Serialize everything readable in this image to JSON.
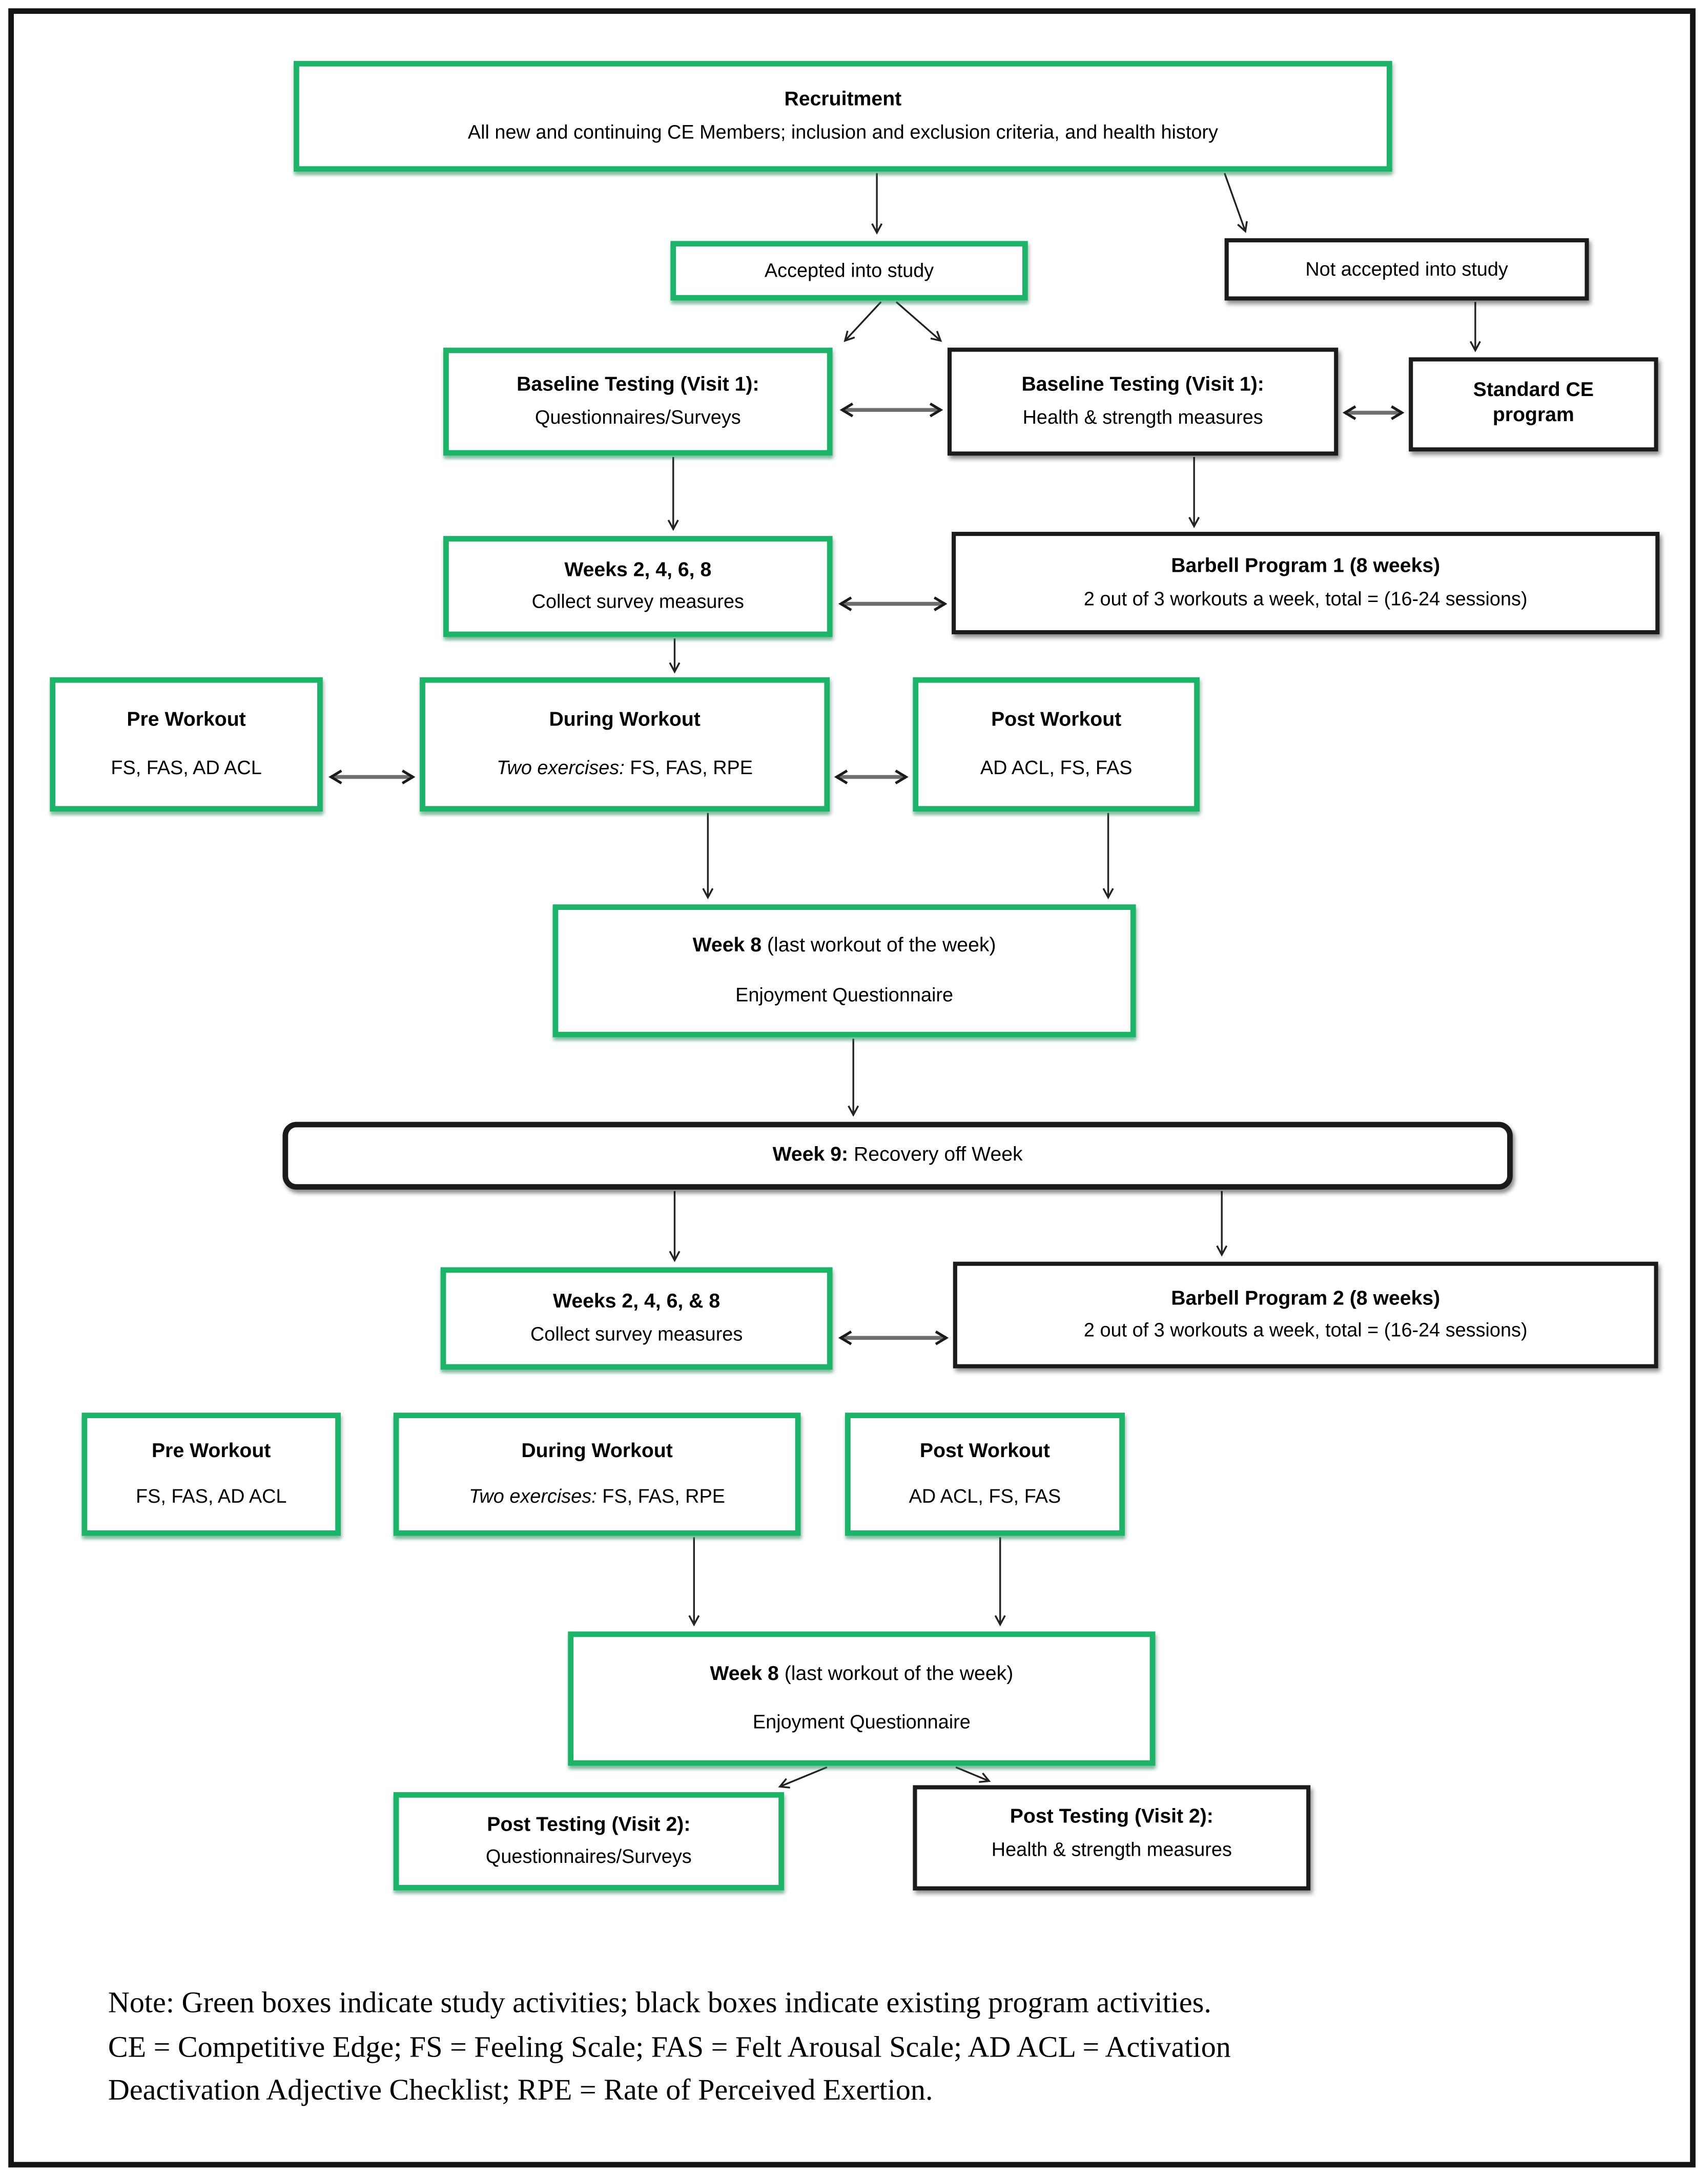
{
  "colors": {
    "study_green": "#1db469",
    "program_black": "#1b1b1b"
  },
  "nodes": {
    "recruitment": {
      "title": "Recruitment",
      "body": "All new and continuing CE Members; inclusion and exclusion criteria, and health history"
    },
    "accepted": {
      "title": "Accepted into study"
    },
    "not_accepted": {
      "title": "Not accepted into study"
    },
    "baseline_surveys": {
      "title": "Baseline Testing (Visit 1):",
      "body": "Questionnaires/Surveys"
    },
    "baseline_health": {
      "title": "Baseline Testing (Visit 1):",
      "body": "Health & strength measures"
    },
    "standard_ce": {
      "title": "Standard CE program"
    },
    "weeks_collect_1": {
      "title": "Weeks 2, 4, 6, 8",
      "body": "Collect survey measures"
    },
    "barbell_1": {
      "title": "Barbell Program 1 (8 weeks)",
      "body": "2 out of 3 workouts a week, total = (16-24 sessions)"
    },
    "pre_workout_1": {
      "title": "Pre Workout",
      "body": "FS, FAS, AD ACL"
    },
    "during_workout_1": {
      "title": "During Workout",
      "body_italic": "Two exercises: ",
      "body": "FS, FAS, RPE"
    },
    "post_workout_1": {
      "title": "Post Workout",
      "body": "AD ACL, FS, FAS"
    },
    "week8_1": {
      "title_bold": "Week 8",
      "title_rest": " (last workout of the week)",
      "body": "Enjoyment Questionnaire"
    },
    "week9": {
      "title_bold": "Week 9:",
      "title_rest": " Recovery off Week"
    },
    "weeks_collect_2": {
      "title": "Weeks 2, 4, 6, & 8",
      "body": "Collect survey measures"
    },
    "barbell_2": {
      "title": "Barbell Program 2 (8 weeks)",
      "body": "2 out of 3 workouts a week, total = (16-24 sessions)"
    },
    "pre_workout_2": {
      "title": "Pre Workout",
      "body": "FS, FAS, AD ACL"
    },
    "during_workout_2": {
      "title": "During Workout",
      "body_italic": "Two exercises: ",
      "body": "FS, FAS, RPE"
    },
    "post_workout_2": {
      "title": "Post Workout",
      "body": "AD ACL, FS, FAS"
    },
    "week8_2": {
      "title_bold": "Week 8",
      "title_rest": " (last workout of the week)",
      "body": "Enjoyment Questionnaire"
    },
    "post_testing_surveys": {
      "title": "Post Testing (Visit 2):",
      "body": "Questionnaires/Surveys"
    },
    "post_testing_health": {
      "title": "Post Testing (Visit 2):",
      "body": "Health & strength measures"
    }
  },
  "note": {
    "lines": [
      "Note: Green boxes indicate study activities; black boxes indicate existing program activities.",
      "CE = Competitive Edge; FS = Feeling Scale; FAS = Felt Arousal Scale; AD ACL = Activation",
      "Deactivation Adjective Checklist; RPE = Rate of Perceived Exertion."
    ]
  }
}
